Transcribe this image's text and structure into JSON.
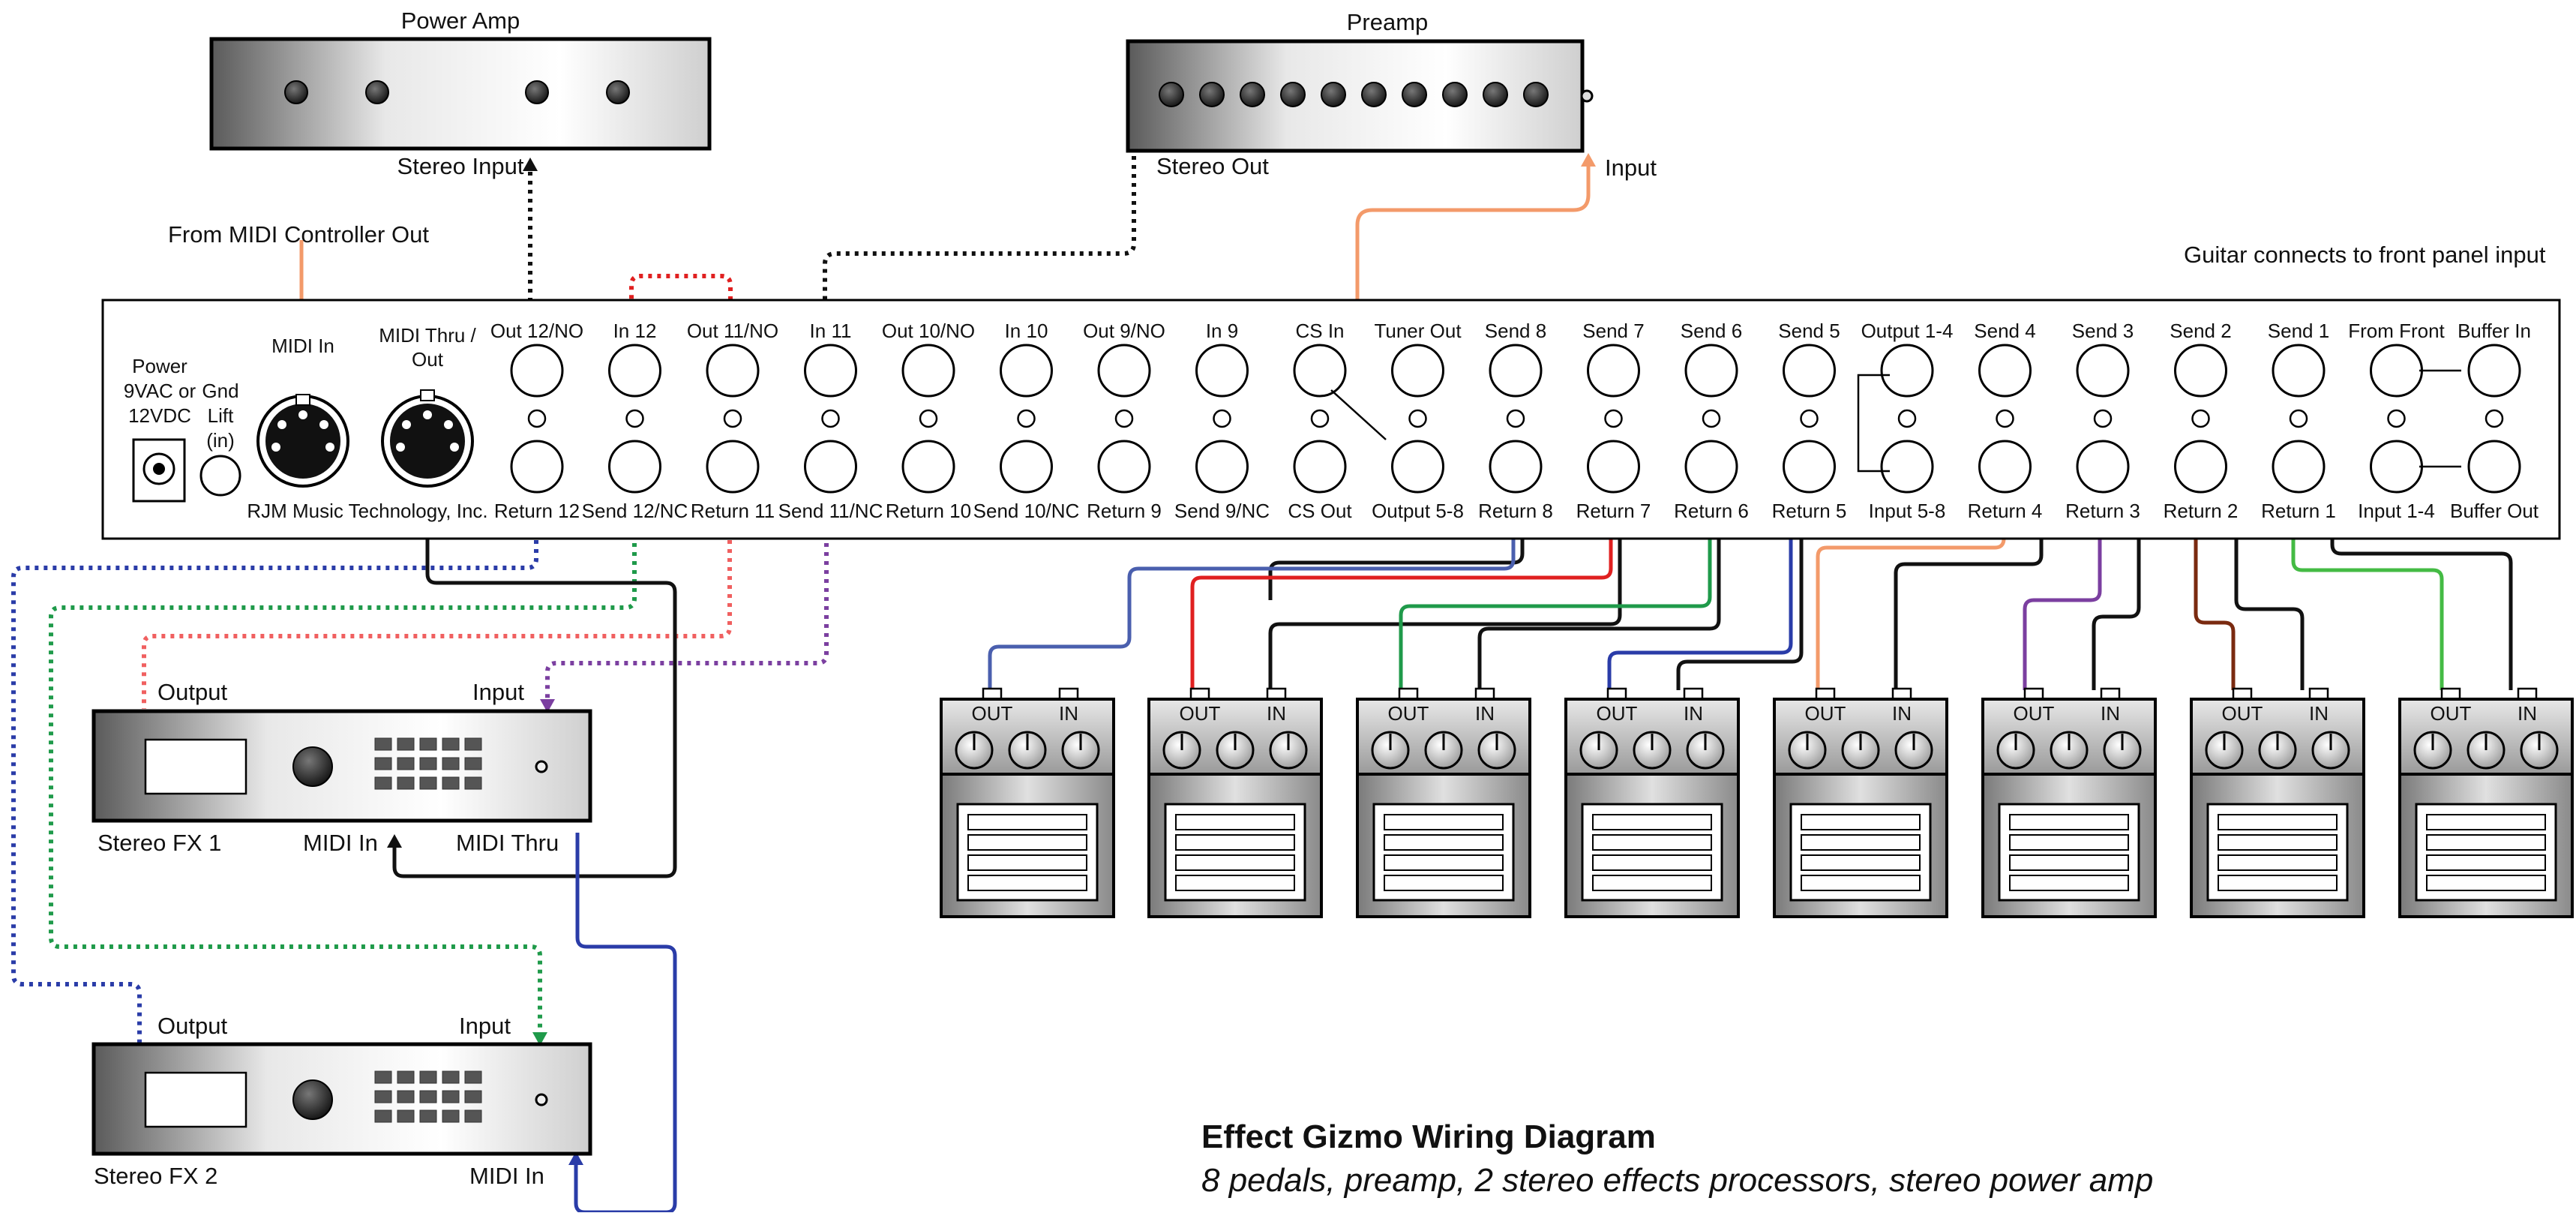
{
  "labels": {
    "power_amp": "Power Amp",
    "stereo_input": "Stereo Input",
    "preamp": "Preamp",
    "stereo_out": "Stereo Out",
    "input": "Input",
    "from_midi": "From MIDI Controller Out",
    "guitar_front": "Guitar connects to front panel input",
    "power_line1": "Power",
    "power_line2": "9VAC or",
    "power_line3": "12VDC",
    "gnd_line1": "Gnd",
    "gnd_line2": "Lift",
    "gnd_line3": "(in)",
    "midi_in_panel": "MIDI In",
    "midi_thru_line1": "MIDI Thru /",
    "midi_thru_line2": "Out",
    "manufacturer": "RJM Music Technology, Inc.",
    "fx1_output": "Output",
    "fx1_input": "Input",
    "fx1_name": "Stereo FX 1",
    "fx1_midi_in": "MIDI In",
    "fx1_midi_thru": "MIDI Thru",
    "fx2_output": "Output",
    "fx2_input": "Input",
    "fx2_name": "Stereo FX 2",
    "fx2_midi_in": "MIDI In",
    "pedal_out": "OUT",
    "pedal_in": "IN",
    "title": "Effect Gizmo Wiring Diagram",
    "subtitle": "8 pedals, preamp, 2 stereo effects processors, stereo power amp"
  },
  "jacks_top": [
    "Out 12/NO",
    "In 12",
    "Out 11/NO",
    "In 11",
    "Out 10/NO",
    "In 10",
    "Out 9/NO",
    "In 9",
    "CS In",
    "Tuner Out",
    "Send 8",
    "Send 7",
    "Send 6",
    "Send 5",
    "Output 1-4",
    "Send 4",
    "Send 3",
    "Send 2",
    "Send 1",
    "From Front",
    "Buffer In"
  ],
  "jacks_bottom": [
    "Return 12",
    "Send 12/NC",
    "Return 11",
    "Send 11/NC",
    "Return 10",
    "Send 10/NC",
    "Return 9",
    "Send 9/NC",
    "CS Out",
    "Output 5-8",
    "Return 8",
    "Return 7",
    "Return 6",
    "Return 5",
    "Input 5-8",
    "Return 4",
    "Return 3",
    "Return 2",
    "Return 1",
    "Input 1-4",
    "Buffer Out"
  ],
  "colors": {
    "loop8": "#4a5fae",
    "loop7": "#e02020",
    "loop6": "#1f9a4a",
    "loop5": "#2a3ca8",
    "loop4": "#f39a6a",
    "loop3": "#7b3fa0",
    "loop2": "#7a2a10",
    "loop1": "#44bb44",
    "midi": "#f39a6a",
    "preamp_cable": "#f39a6a",
    "fx1_return": "#f06060",
    "fx1_send": "#7b3fa0",
    "fx2_send": "#1f9a4a",
    "fx2_return": "#2a3ca8",
    "midi_chain": "#2a3ca8",
    "black": "#111111"
  }
}
